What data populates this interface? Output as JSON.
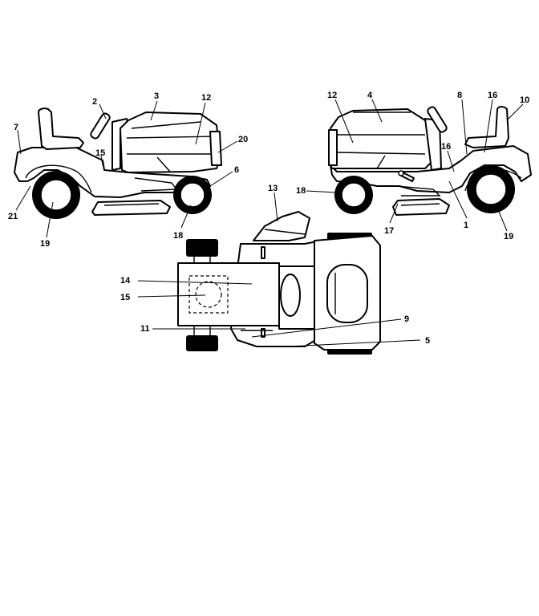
{
  "diagram": {
    "views": [
      "left-side-view",
      "right-side-view",
      "top-view"
    ],
    "left_view": {
      "callouts": [
        "2",
        "3",
        "12",
        "7",
        "20",
        "15",
        "6",
        "21",
        "19",
        "18"
      ]
    },
    "right_view": {
      "callouts": [
        "12",
        "4",
        "8",
        "16",
        "10",
        "16",
        "18",
        "17",
        "1",
        "19"
      ]
    },
    "top_view": {
      "callouts": [
        "13",
        "14",
        "15",
        "11",
        "9",
        "5"
      ]
    }
  }
}
